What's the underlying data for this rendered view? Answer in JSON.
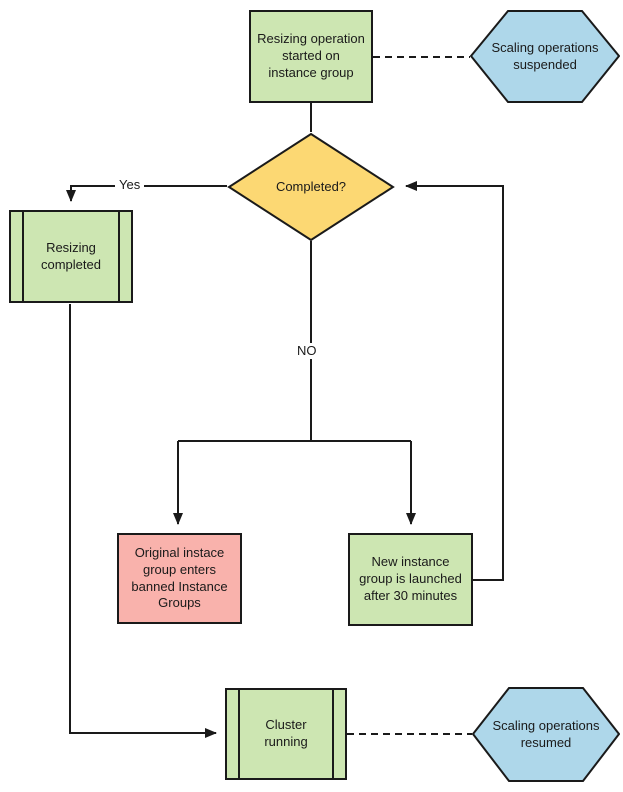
{
  "colors": {
    "green": "#cde6b2",
    "yellow": "#fcd873",
    "blue": "#aed7ea",
    "red": "#f9b2ac",
    "stroke": "#1a1a1a"
  },
  "nodes": {
    "start": {
      "label": "Resizing operation\nstarted on\ninstance group"
    },
    "suspended": {
      "label": "Scaling operations\nsuspended"
    },
    "completed": {
      "label": "Completed?"
    },
    "resizing_completed": {
      "label": "Resizing\ncompleted"
    },
    "banned": {
      "label": "Original instace\ngroup enters\nbanned Instance\nGroups"
    },
    "new_group": {
      "label": "New instance\ngroup is launched\nafter 30 minutes"
    },
    "cluster_running": {
      "label": "Cluster\nrunning"
    },
    "resumed": {
      "label": "Scaling operations\nresumed"
    }
  },
  "edge_labels": {
    "yes": "Yes",
    "no": "NO"
  }
}
